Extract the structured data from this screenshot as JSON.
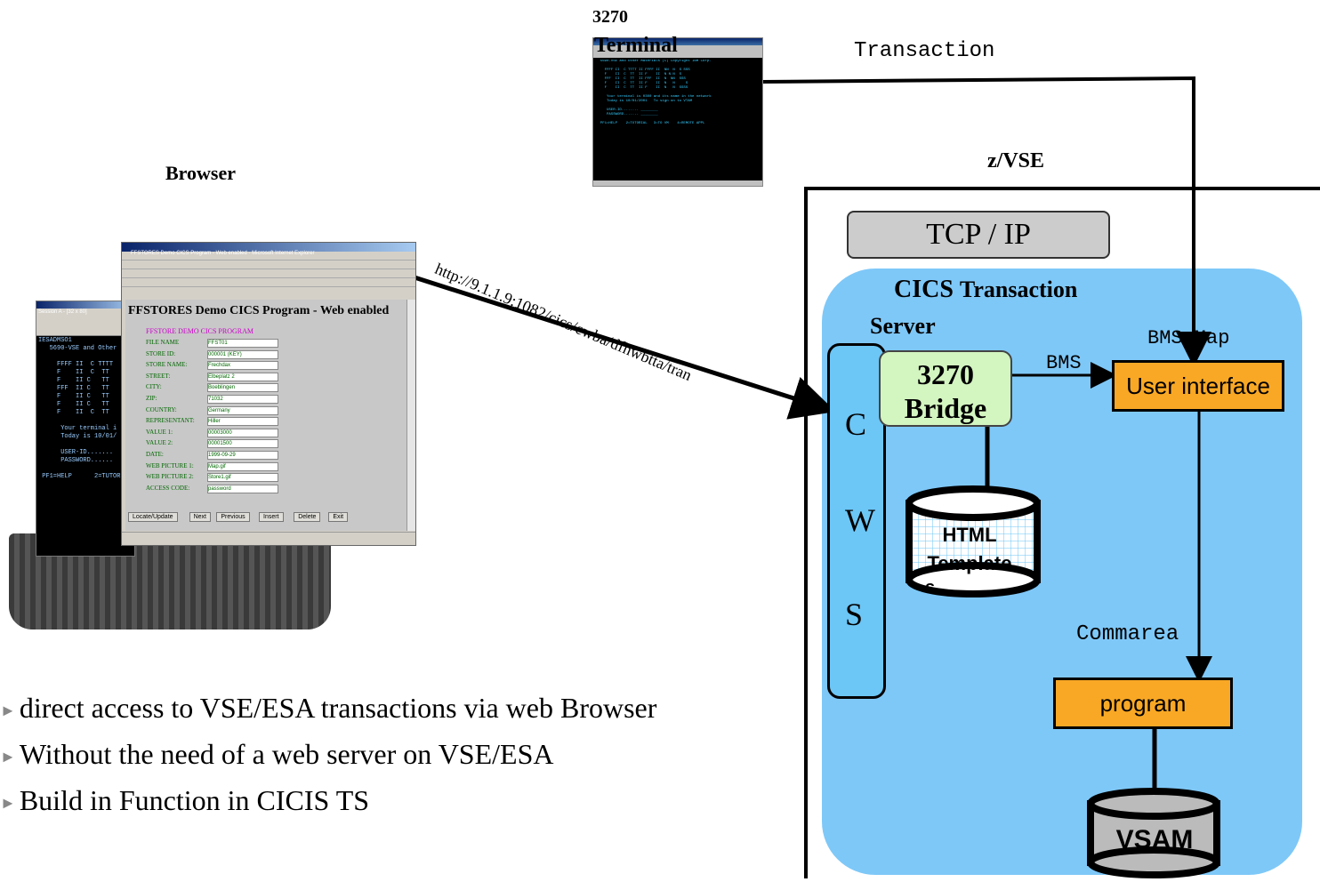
{
  "terminal": {
    "title": "3270",
    "subtitle": "Terminal"
  },
  "transaction_label": "Transaction",
  "browser_label": "Browser",
  "url": "http://9.1.1.9:1082/cics/cwba/dfhwbtta/tran",
  "browser_window": {
    "title_bar": "FFSTORES Demo CICS Program - Web enabled - Microsoft Internet Explorer",
    "heading": "FFSTORES Demo CICS Program - Web enabled",
    "subheading": "FFSTORE DEMO CICS PROGRAM",
    "fields": [
      {
        "label": "FILE NAME",
        "value": "FFST01"
      },
      {
        "label": "STORE ID:",
        "value": "000001 (KEY)"
      },
      {
        "label": "STORE NAME:",
        "value": "Frechdax"
      },
      {
        "label": "STREET:",
        "value": "Elbeplatz 2"
      },
      {
        "label": "CITY:",
        "value": "Boeblingen"
      },
      {
        "label": "ZIP:",
        "value": "71032"
      },
      {
        "label": "COUNTRY:",
        "value": "Germany"
      },
      {
        "label": "REPRESENTANT:",
        "value": "Hiller"
      },
      {
        "label": "VALUE 1:",
        "value": "00003000"
      },
      {
        "label": "VALUE 2:",
        "value": "00001500"
      },
      {
        "label": "DATE:",
        "value": "1999-09-29"
      },
      {
        "label": "WEB PICTURE 1:",
        "value": "Map.gif"
      },
      {
        "label": "WEB PICTURE 2:",
        "value": "Store1.gif"
      },
      {
        "label": "ACCESS CODE:",
        "value": "password"
      }
    ],
    "buttons": [
      "Locate/Update",
      "Next",
      "Previous",
      "Insert",
      "Delete",
      "Exit"
    ]
  },
  "session_window": {
    "title": "Session A - [32 x 80]"
  },
  "zvse_label": "z/VSE",
  "tcpip_label": "TCP / IP",
  "cics": {
    "label_main": "CICS",
    "label_rest": "Transaction",
    "label_server": "Server"
  },
  "bms_map_label": "BMS Map",
  "bms_label": "BMS",
  "user_interface_label": "User interface",
  "bridge": {
    "line1": "3270",
    "line2": "Bridge"
  },
  "cws_letters": [
    "C",
    "W",
    "S"
  ],
  "html_template": {
    "line1": "HTML",
    "line2": "Template",
    "line3": "s"
  },
  "commarea_label": "Commarea",
  "program_label": "program",
  "vsam_label": "VSAM",
  "bullets": [
    "direct access to VSE/ESA transactions via web Browser",
    "Without the need of a web server on VSE/ESA",
    "Build in Function in CICIS TS"
  ],
  "colors": {
    "cics_region": "#7ec8f8",
    "cws_bar": "#6cc6f6",
    "orange_box": "#f9a825",
    "bridge_box": "#d3f5c0",
    "tcpip_box": "#cccccc"
  }
}
